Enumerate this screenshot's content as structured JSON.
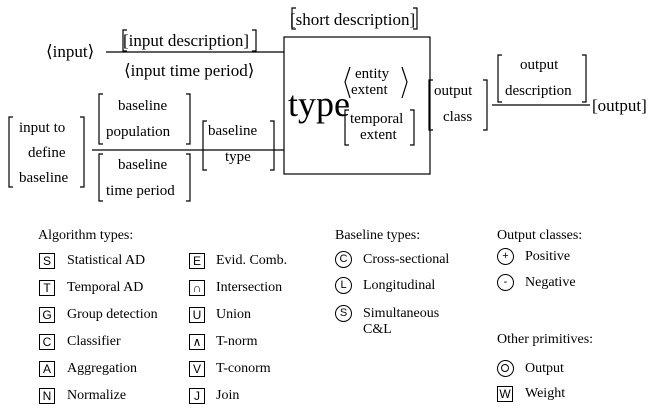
{
  "diagram": {
    "input": "⟨input⟩",
    "input_description": "[input description]",
    "input_time_period": "⟨input time period⟩",
    "short_description": "[short description]",
    "type": "type",
    "entity_extent_line1": "entity",
    "entity_extent_line2": "extent",
    "temporal_extent_line1": "temporal",
    "temporal_extent_line2": "extent",
    "output_class_line1": "output",
    "output_class_line2": "class",
    "output_description_line1": "output",
    "output_description_line2": "description",
    "output": "[output]",
    "input_to_define_baseline": [
      "input to",
      "define",
      "baseline"
    ],
    "baseline_population": [
      "baseline",
      "population"
    ],
    "baseline_time_period": [
      "baseline",
      "time period"
    ],
    "baseline_type": [
      "baseline",
      "type"
    ]
  },
  "legend": {
    "algorithm_types_title": "Algorithm types:",
    "algorithm_types_col1": [
      {
        "symbol": "S",
        "label": "Statistical AD"
      },
      {
        "symbol": "T",
        "label": "Temporal AD"
      },
      {
        "symbol": "G",
        "label": "Group detection"
      },
      {
        "symbol": "C",
        "label": "Classifier"
      },
      {
        "symbol": "A",
        "label": "Aggregation"
      },
      {
        "symbol": "N",
        "label": "Normalize"
      }
    ],
    "algorithm_types_col2": [
      {
        "symbol": "E",
        "label": "Evid. Comb."
      },
      {
        "symbol": "∩",
        "label": "Intersection"
      },
      {
        "symbol": "U",
        "label": "Union"
      },
      {
        "symbol": "∧",
        "label": "T-norm"
      },
      {
        "symbol": "V",
        "label": "T-conorm"
      },
      {
        "symbol": "J",
        "label": "Join"
      }
    ],
    "baseline_types_title": "Baseline types:",
    "baseline_types": [
      {
        "symbol": "C",
        "label": "Cross-sectional"
      },
      {
        "symbol": "L",
        "label": "Longitudinal"
      },
      {
        "symbol": "S",
        "label": "Simultaneous",
        "label2": "C&L"
      }
    ],
    "output_classes_title": "Output classes:",
    "output_classes": [
      {
        "symbol": "+",
        "label": "Positive"
      },
      {
        "symbol": "-",
        "label": "Negative"
      }
    ],
    "other_primitives_title": "Other primitives:",
    "other_output_label": "Output",
    "other_weight_symbol": "W",
    "other_weight_label": "Weight"
  }
}
